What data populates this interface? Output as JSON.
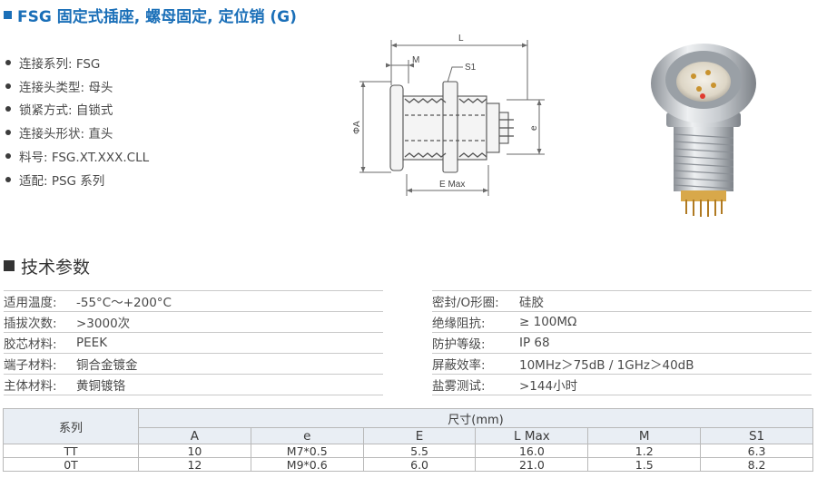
{
  "header": {
    "title": "FSG 固定式插座, 螺母固定, 定位销 (G)"
  },
  "specs": [
    "连接系列: FSG",
    "连接头类型: 母头",
    "锁紧方式: 自锁式",
    "连接头形状: 直头",
    "料号: FSG.XT.XXX.CLL",
    "适配: PSG 系列"
  ],
  "drawing": {
    "L": "L",
    "M": "M",
    "S1": "S1",
    "phiA": "ΦA",
    "e": "e",
    "EMax": "E Max"
  },
  "colors": {
    "accent": "#1a6fb8",
    "header_row": "#e9eef4",
    "pin_marker": "#e03a2f",
    "gold": "#d8a84a"
  },
  "tech": {
    "title": "技术参数",
    "left": [
      {
        "k": "适用温度:",
        "v": "-55°C～+200°C"
      },
      {
        "k": "插拔次数:",
        "v": ">3000次"
      },
      {
        "k": "胶芯材料:",
        "v": "PEEK"
      },
      {
        "k": "端子材料:",
        "v": "铜合金镀金"
      },
      {
        "k": "主体材料:",
        "v": "黄铜镀铬"
      }
    ],
    "right": [
      {
        "k": "密封/O形圈:",
        "v": "硅胶"
      },
      {
        "k": "绝缘阻抗:",
        "v": "≥ 100MΩ"
      },
      {
        "k": "防护等级:",
        "v": "IP 68"
      },
      {
        "k": "屏蔽效率:",
        "v": "10MHz＞75dB / 1GHz＞40dB"
      },
      {
        "k": "盐雾测试:",
        "v": ">144小时"
      }
    ]
  },
  "dims": {
    "series_header": "系列",
    "group_header": "尺寸(mm)",
    "columns": [
      "A",
      "e",
      "E",
      "L Max",
      "M",
      "S1"
    ],
    "rows": [
      {
        "series": "TT",
        "values": [
          "10",
          "M7*0.5",
          "5.5",
          "16.0",
          "1.2",
          "6.3"
        ]
      },
      {
        "series": "0T",
        "values": [
          "12",
          "M9*0.6",
          "6.0",
          "21.0",
          "1.5",
          "8.2"
        ]
      }
    ]
  }
}
